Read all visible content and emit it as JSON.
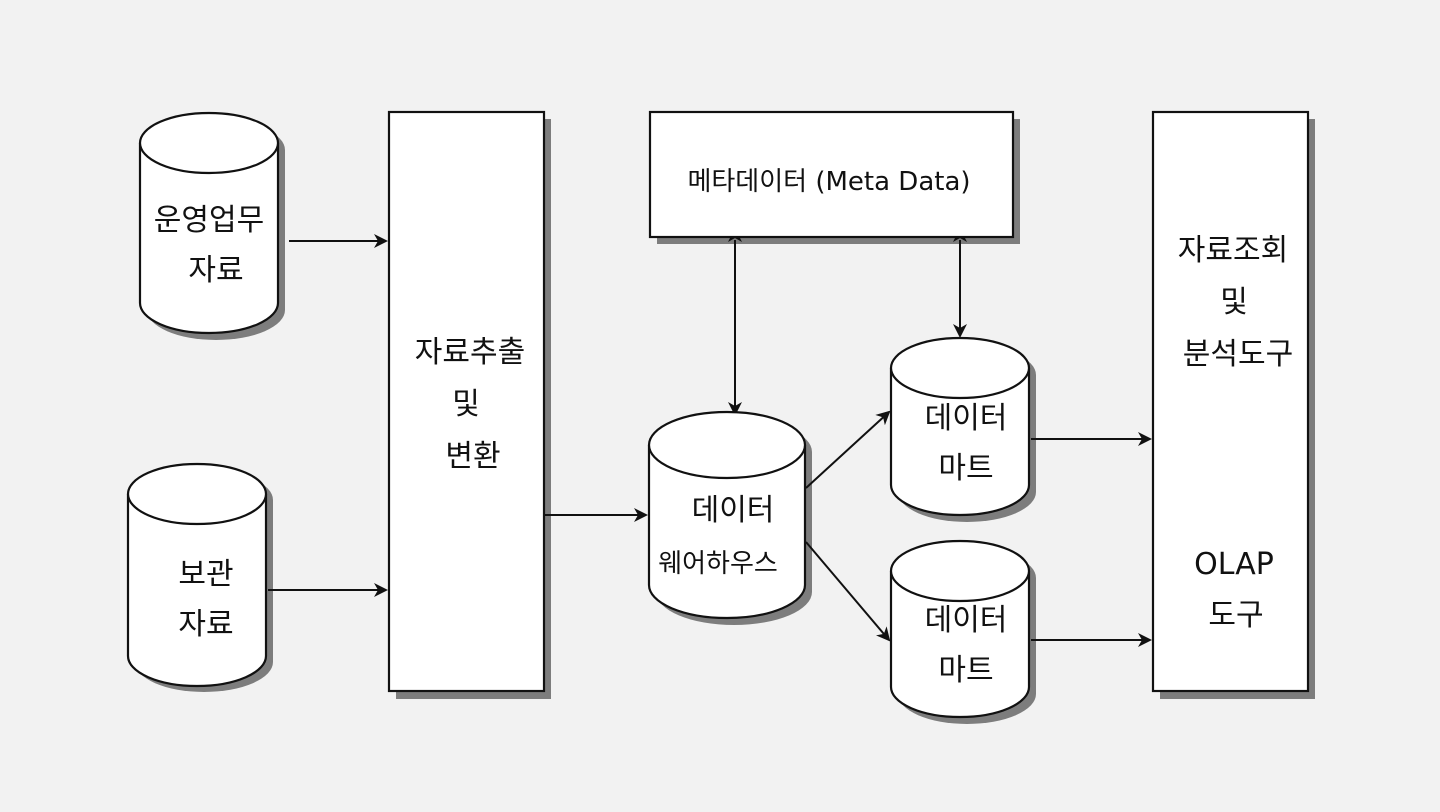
{
  "nodes": {
    "operational_data": {
      "line1": "운영업무",
      "line2": "자료"
    },
    "archive_data": {
      "line1": "보관",
      "line2": "자료"
    },
    "etl": {
      "line1": "자료추출",
      "line2": "및",
      "line3": "변환"
    },
    "metadata": {
      "label": "메타데이터 (Meta Data)"
    },
    "data_warehouse": {
      "line1": "데이터",
      "line2": "웨어하우스"
    },
    "data_mart_upper": {
      "line1": "데이터",
      "line2": "마트"
    },
    "data_mart_lower": {
      "line1": "데이터",
      "line2": "마트"
    },
    "query_analysis_tools": {
      "line1": "자료조회",
      "line2": "및",
      "line3": "분석도구"
    },
    "olap_tools": {
      "line1": "OLAP",
      "line2": "도구"
    }
  },
  "colors": {
    "background": "#f2f2f2",
    "shape_fill": "#ffffff",
    "stroke": "#111111",
    "shadow": "#555555"
  }
}
